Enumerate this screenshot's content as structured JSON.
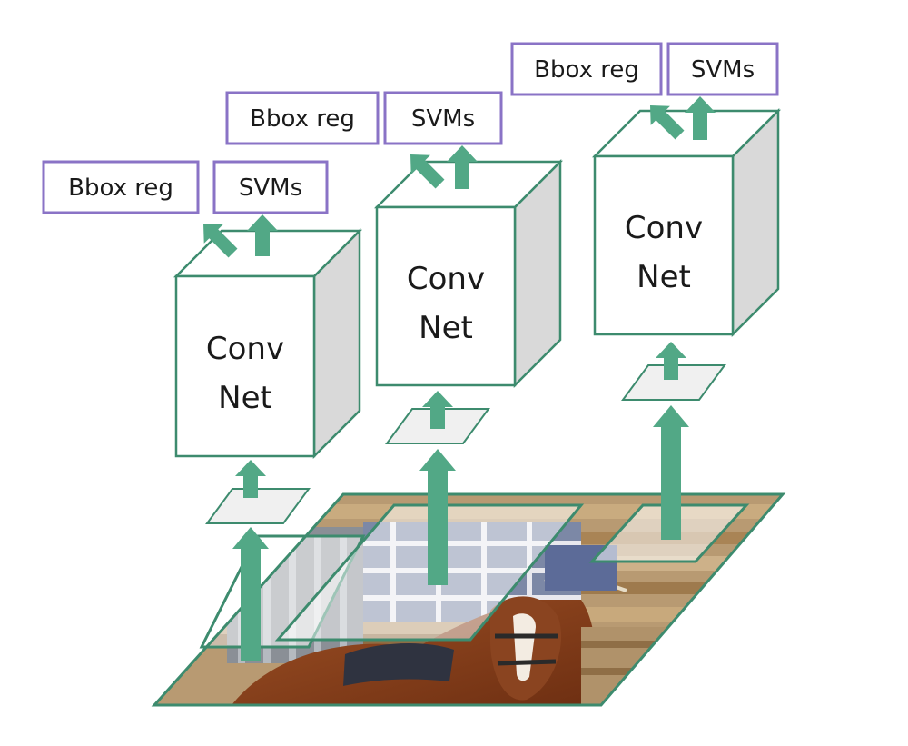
{
  "colors": {
    "arrow": "#52a886",
    "box_stroke": "#3d8b6e",
    "label_stroke": "#8a73c6",
    "box_side": "#d9d9d9",
    "box_top": "#ffffff",
    "region": "#f0f0f0",
    "image_border": "#3d8b6e"
  },
  "networks": [
    {
      "name_line1": "Conv",
      "name_line2": "Net",
      "bbox_label": "Bbox reg",
      "svm_label": "SVMs"
    },
    {
      "name_line1": "Conv",
      "name_line2": "Net",
      "bbox_label": "Bbox reg",
      "svm_label": "SVMs"
    },
    {
      "name_line1": "Conv",
      "name_line2": "Net",
      "bbox_label": "Bbox reg",
      "svm_label": "SVMs"
    }
  ],
  "image": {
    "subject": "photo of rider with horse"
  }
}
